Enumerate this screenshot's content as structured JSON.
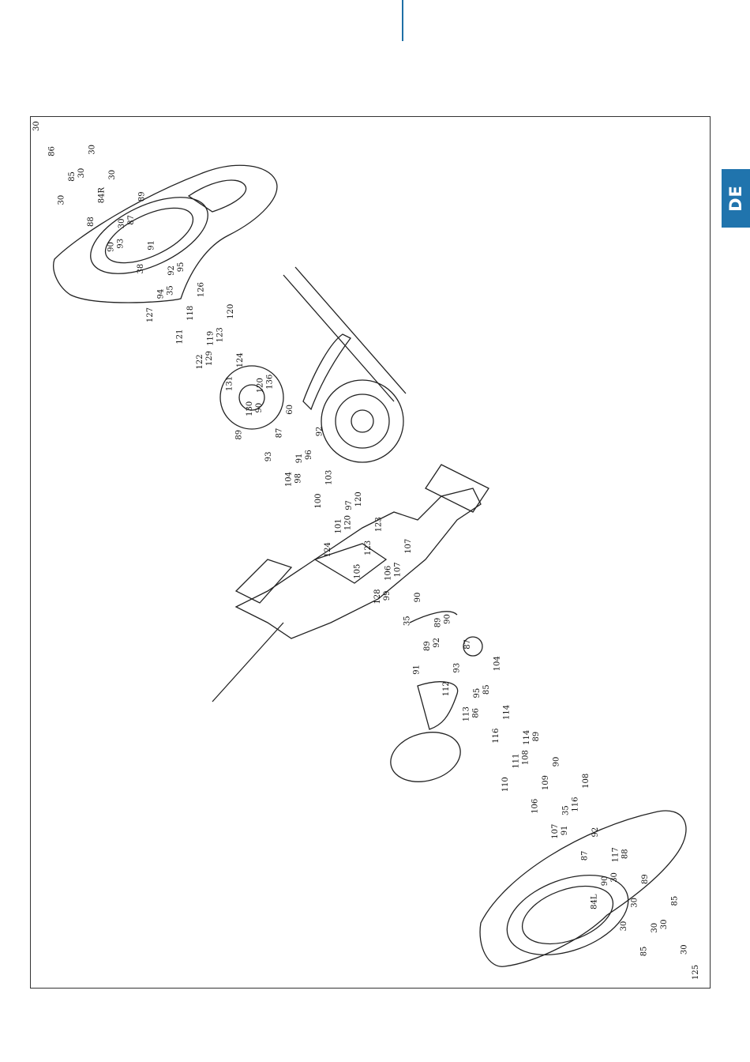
{
  "language_tab": {
    "label": "DE",
    "color": "#2074ad"
  },
  "diagram": {
    "title": "",
    "part_labels": [
      "30",
      "86",
      "85",
      "30",
      "30",
      "30",
      "30",
      "84R",
      "30",
      "89",
      "88",
      "90",
      "87",
      "91",
      "92",
      "93",
      "38",
      "94",
      "95",
      "126",
      "127",
      "35",
      "118",
      "119",
      "120",
      "121",
      "122",
      "123",
      "124",
      "120",
      "129",
      "131",
      "130",
      "136",
      "60",
      "89",
      "90",
      "87",
      "91",
      "92",
      "93",
      "104",
      "96",
      "103",
      "97",
      "98",
      "100",
      "101",
      "120",
      "123",
      "124",
      "120",
      "123",
      "106",
      "107",
      "105",
      "128",
      "107",
      "90",
      "89",
      "99",
      "35",
      "89",
      "90",
      "87",
      "91",
      "92",
      "93",
      "95",
      "104",
      "112",
      "113",
      "85",
      "114",
      "114",
      "86",
      "116",
      "111",
      "89",
      "90",
      "110",
      "108",
      "109",
      "35",
      "108",
      "106",
      "107",
      "116",
      "92",
      "117",
      "91",
      "87",
      "90",
      "88",
      "89",
      "84L",
      "30",
      "30",
      "30",
      "85",
      "30",
      "85",
      "30",
      "30",
      "125"
    ]
  }
}
